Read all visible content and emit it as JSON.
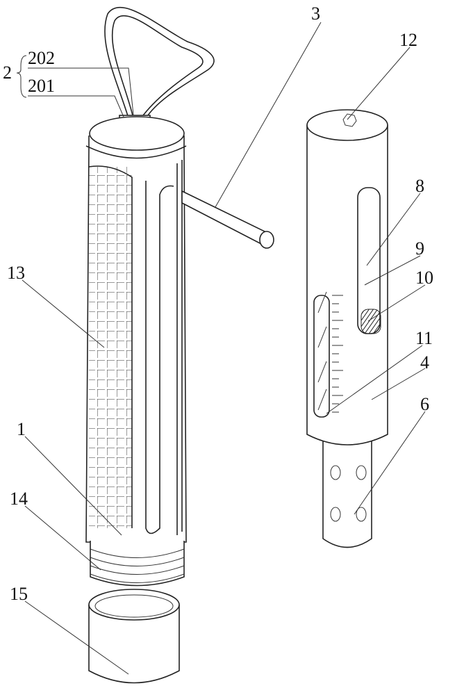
{
  "figure": {
    "labels": {
      "l2": "2",
      "l202": "202",
      "l201": "201",
      "l3": "3",
      "l12": "12",
      "l8": "8",
      "l9": "9",
      "l10": "10",
      "l13": "13",
      "l11": "11",
      "l4": "4",
      "l1": "1",
      "l6": "6",
      "l14": "14",
      "l15": "15"
    }
  }
}
